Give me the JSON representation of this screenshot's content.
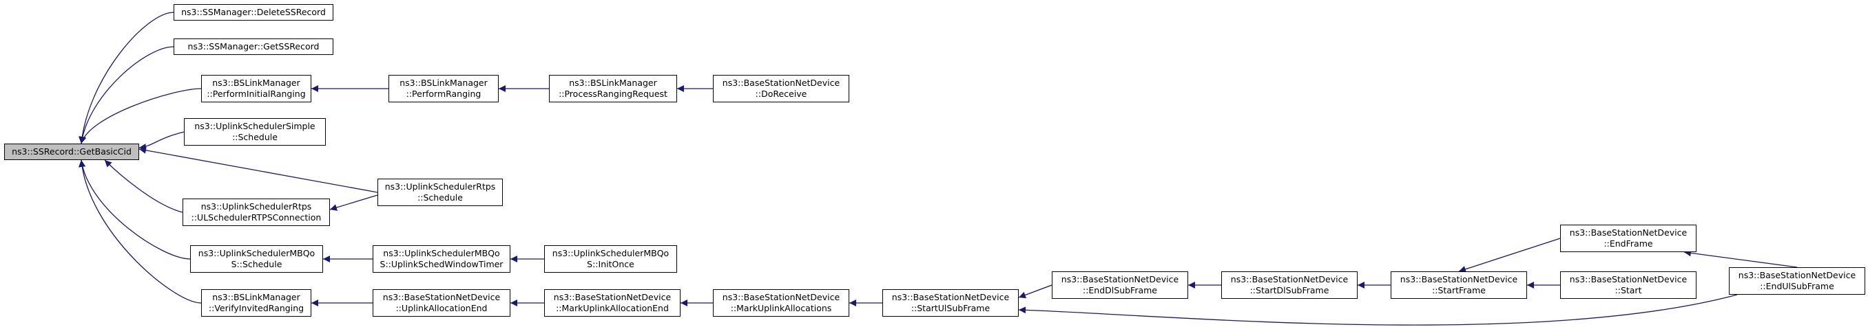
{
  "diagram": {
    "colors": {
      "edge": "#191970",
      "node_border": "#000000",
      "root_fill": "#bfbfbf",
      "node_fill": "#ffffff"
    },
    "nodes": [
      {
        "id": "root",
        "lines": [
          "ns3::SSRecord::GetBasicCid"
        ]
      },
      {
        "id": "deletessrecord",
        "lines": [
          "ns3::SSManager::DeleteSSRecord"
        ]
      },
      {
        "id": "getssrecord",
        "lines": [
          "ns3::SSManager::GetSSRecord"
        ]
      },
      {
        "id": "performinitialranging",
        "lines": [
          "ns3::BSLinkManager",
          "::PerformInitialRanging"
        ]
      },
      {
        "id": "performranging",
        "lines": [
          "ns3::BSLinkManager",
          "::PerformRanging"
        ]
      },
      {
        "id": "processrangingrequest",
        "lines": [
          "ns3::BSLinkManager",
          "::ProcessRangingRequest"
        ]
      },
      {
        "id": "doreceive",
        "lines": [
          "ns3::BaseStationNetDevice",
          "::DoReceive"
        ]
      },
      {
        "id": "simple-schedule",
        "lines": [
          "ns3::UplinkSchedulerSimple",
          "::Schedule"
        ]
      },
      {
        "id": "rtps-schedule",
        "lines": [
          "ns3::UplinkSchedulerRtps",
          "::Schedule"
        ]
      },
      {
        "id": "rtps-connection",
        "lines": [
          "ns3::UplinkSchedulerRtps",
          "::ULSchedulerRTPSConnection"
        ]
      },
      {
        "id": "mbqos-schedule",
        "lines": [
          "ns3::UplinkSchedulerMBQo",
          "S::Schedule"
        ]
      },
      {
        "id": "mbqos-timer",
        "lines": [
          "ns3::UplinkSchedulerMBQo",
          "S::UplinkSchedWindowTimer"
        ]
      },
      {
        "id": "mbqos-initonce",
        "lines": [
          "ns3::UplinkSchedulerMBQo",
          "S::InitOnce"
        ]
      },
      {
        "id": "verifyinvitedranging",
        "lines": [
          "ns3::BSLinkManager",
          "::VerifyInvitedRanging"
        ]
      },
      {
        "id": "uplinkallocationend",
        "lines": [
          "ns3::BaseStationNetDevice",
          "::UplinkAllocationEnd"
        ]
      },
      {
        "id": "markuplinkallocationend",
        "lines": [
          "ns3::BaseStationNetDevice",
          "::MarkUplinkAllocationEnd"
        ]
      },
      {
        "id": "markuplinkallocations",
        "lines": [
          "ns3::BaseStationNetDevice",
          "::MarkUplinkAllocations"
        ]
      },
      {
        "id": "startulsubframe",
        "lines": [
          "ns3::BaseStationNetDevice",
          "::StartUlSubFrame"
        ]
      },
      {
        "id": "enddlsubframe",
        "lines": [
          "ns3::BaseStationNetDevice",
          "::EndDlSubFrame"
        ]
      },
      {
        "id": "startdlsubframe",
        "lines": [
          "ns3::BaseStationNetDevice",
          "::StartDlSubFrame"
        ]
      },
      {
        "id": "startframe",
        "lines": [
          "ns3::BaseStationNetDevice",
          "::StartFrame"
        ]
      },
      {
        "id": "endframe",
        "lines": [
          "ns3::BaseStationNetDevice",
          "::EndFrame"
        ]
      },
      {
        "id": "start",
        "lines": [
          "ns3::BaseStationNetDevice",
          "::Start"
        ]
      },
      {
        "id": "endulsubframe",
        "lines": [
          "ns3::BaseStationNetDevice",
          "::EndUlSubFrame"
        ]
      }
    ],
    "edges": [
      {
        "from": "deletessrecord",
        "to": "root"
      },
      {
        "from": "getssrecord",
        "to": "root"
      },
      {
        "from": "performinitialranging",
        "to": "root"
      },
      {
        "from": "simple-schedule",
        "to": "root"
      },
      {
        "from": "rtps-schedule",
        "to": "root"
      },
      {
        "from": "rtps-connection",
        "to": "root"
      },
      {
        "from": "mbqos-schedule",
        "to": "root"
      },
      {
        "from": "verifyinvitedranging",
        "to": "root"
      },
      {
        "from": "performranging",
        "to": "performinitialranging"
      },
      {
        "from": "processrangingrequest",
        "to": "performranging"
      },
      {
        "from": "doreceive",
        "to": "processrangingrequest"
      },
      {
        "from": "rtps-schedule",
        "to": "rtps-connection"
      },
      {
        "from": "mbqos-timer",
        "to": "mbqos-schedule"
      },
      {
        "from": "mbqos-initonce",
        "to": "mbqos-timer"
      },
      {
        "from": "uplinkallocationend",
        "to": "verifyinvitedranging"
      },
      {
        "from": "markuplinkallocationend",
        "to": "uplinkallocationend"
      },
      {
        "from": "markuplinkallocations",
        "to": "markuplinkallocationend"
      },
      {
        "from": "startulsubframe",
        "to": "markuplinkallocations"
      },
      {
        "from": "enddlsubframe",
        "to": "startulsubframe"
      },
      {
        "from": "startdlsubframe",
        "to": "enddlsubframe"
      },
      {
        "from": "startframe",
        "to": "startdlsubframe"
      },
      {
        "from": "endframe",
        "to": "startframe"
      },
      {
        "from": "start",
        "to": "startframe"
      },
      {
        "from": "endulsubframe",
        "to": "endframe"
      },
      {
        "from": "endulsubframe",
        "to": "startulsubframe"
      }
    ]
  }
}
